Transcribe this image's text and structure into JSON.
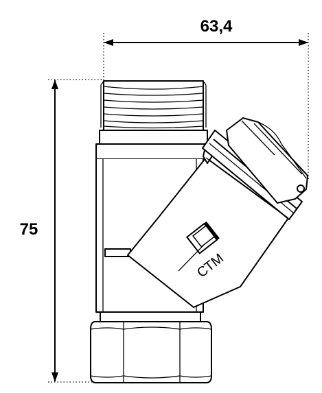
{
  "dimensions": {
    "width_label": "63,4",
    "height_label": "75"
  },
  "logo": {
    "text": "СТМ",
    "symbol": "bracket-logo-icon"
  },
  "colors": {
    "line": "#000000",
    "background": "#ffffff"
  }
}
